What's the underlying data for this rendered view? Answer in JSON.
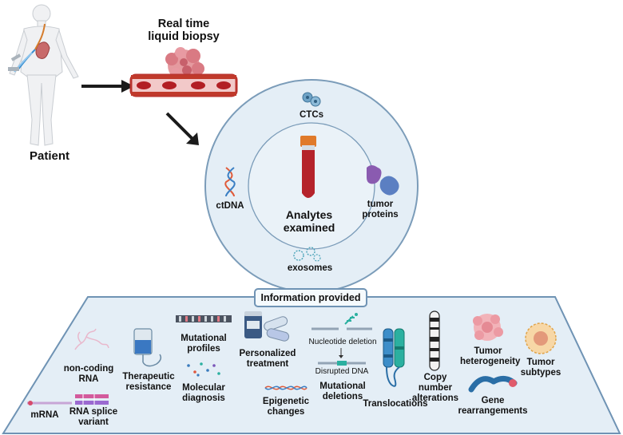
{
  "top": {
    "patient_label": "Patient",
    "biopsy_title": "Real time\nliquid biopsy"
  },
  "analytes": {
    "center_label": "Analytes\nexamined",
    "ctcs": "CTCs",
    "ctdna": "ctDNA",
    "tumor_proteins": "tumor\nproteins",
    "exosomes": "exosomes"
  },
  "info": {
    "header": "Information provided",
    "items": {
      "noncoding_rna": "non-coding\nRNA",
      "mrna": "mRNA",
      "rna_splice": "RNA splice\nvariant",
      "therapeutic_resistance": "Therapeutic\nresistance",
      "mutational_profiles": "Mutational\nprofiles",
      "molecular_diagnosis": "Molecular\ndiagnosis",
      "personalized_treatment": "Personalized\ntreatment",
      "epigenetic_changes": "Epigenetic\nchanges",
      "nucleotide_deletion": "Nucleotide deletion",
      "disrupted_dna": "Disrupted DNA",
      "mutational_deletions": "Mutational\ndeletions",
      "translocations": "Translocations",
      "copy_number": "Copy number\nalterations",
      "tumor_heterogeneity": "Tumor\nheterogeneity",
      "gene_rearrangements": "Gene\nrearrangements",
      "tumor_subtypes": "Tumor\nsubtypes"
    }
  },
  "colors": {
    "circle_fill": "#e4eef6",
    "circle_stroke": "#7b9cb9",
    "panel_fill": "#e4eef6",
    "panel_stroke": "#6f93b4",
    "blood": "#b5232b",
    "vessel": "#c0392b"
  }
}
